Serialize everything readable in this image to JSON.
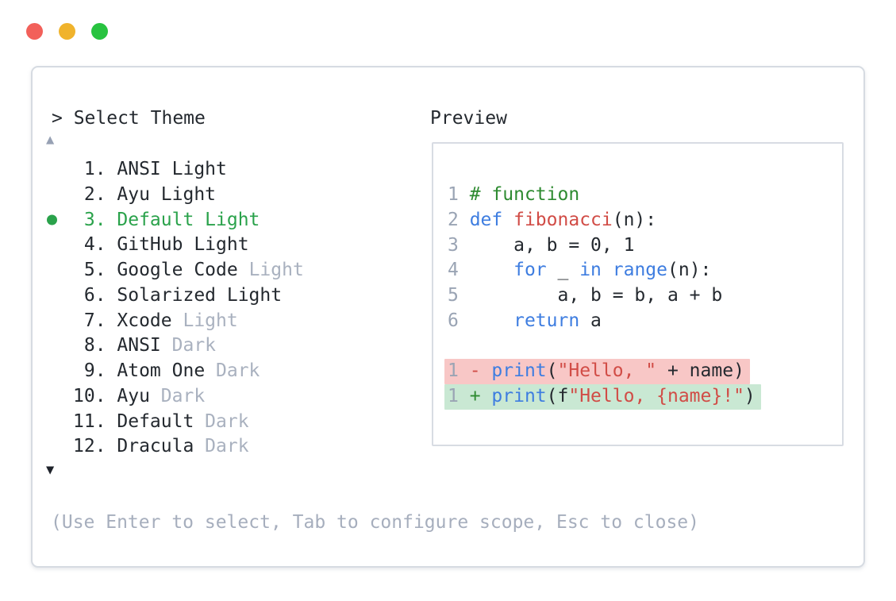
{
  "window": {
    "traffic_lights": [
      {
        "name": "close",
        "color": "#f2605a"
      },
      {
        "name": "minimize",
        "color": "#f0b32c"
      },
      {
        "name": "zoom",
        "color": "#28c340"
      }
    ]
  },
  "colors": {
    "text_dark": "#24292f",
    "text_dim": "#a9b1bf",
    "selected_green": "#2aa24b",
    "panel_border": "#d6dbe2",
    "syntax_keyword_blue": "#3e7de0",
    "syntax_string_red": "#d14c46",
    "syntax_comment_green": "#2e8b31",
    "line_number_gray": "#9aa4b4",
    "diff_removed_bg": "#f8c7c6",
    "diff_added_bg": "#c9e8d3"
  },
  "theme_picker": {
    "prompt": "> Select Theme",
    "scroll_up_icon": "▲",
    "scroll_down_icon": "▼",
    "items": [
      {
        "num": " 1. ",
        "name": "ANSI Light",
        "dim": "",
        "selected": false
      },
      {
        "num": " 2. ",
        "name": "Ayu Light",
        "dim": "",
        "selected": false
      },
      {
        "num": " 3. ",
        "name": "Default Light",
        "dim": "",
        "selected": true
      },
      {
        "num": " 4. ",
        "name": "GitHub Light",
        "dim": "",
        "selected": false
      },
      {
        "num": " 5. ",
        "name": "Google Code ",
        "dim": "Light",
        "selected": false
      },
      {
        "num": " 6. ",
        "name": "Solarized Light",
        "dim": "",
        "selected": false
      },
      {
        "num": " 7. ",
        "name": "Xcode ",
        "dim": "Light",
        "selected": false
      },
      {
        "num": " 8. ",
        "name": "ANSI ",
        "dim": "Dark",
        "selected": false
      },
      {
        "num": " 9. ",
        "name": "Atom One ",
        "dim": "Dark",
        "selected": false
      },
      {
        "num": "10. ",
        "name": "Ayu ",
        "dim": "Dark",
        "selected": false
      },
      {
        "num": "11. ",
        "name": "Default ",
        "dim": "Dark",
        "selected": false
      },
      {
        "num": "12. ",
        "name": "Dracula ",
        "dim": "Dark",
        "selected": false
      }
    ],
    "hint": "(Use Enter to select, Tab to configure scope, Esc to close)"
  },
  "preview": {
    "title": "Preview",
    "lines": [
      {
        "num": "1",
        "diff": "",
        "tokens": [
          [
            "cm",
            "# function"
          ]
        ]
      },
      {
        "num": "2",
        "diff": "",
        "tokens": [
          [
            "kw",
            "def"
          ],
          [
            "pl",
            " "
          ],
          [
            "fn",
            "fibonacci"
          ],
          [
            "pl",
            "(n):"
          ]
        ]
      },
      {
        "num": "3",
        "diff": "",
        "tokens": [
          [
            "pl",
            "    a, b = 0, 1"
          ]
        ]
      },
      {
        "num": "4",
        "diff": "",
        "tokens": [
          [
            "pl",
            "    "
          ],
          [
            "kw",
            "for"
          ],
          [
            "pl",
            " _ "
          ],
          [
            "kw",
            "in"
          ],
          [
            "pl",
            " "
          ],
          [
            "kw",
            "range"
          ],
          [
            "pl",
            "(n):"
          ]
        ]
      },
      {
        "num": "5",
        "diff": "",
        "tokens": [
          [
            "pl",
            "        a, b = b, a + b"
          ]
        ]
      },
      {
        "num": "6",
        "diff": "",
        "tokens": [
          [
            "pl",
            "    "
          ],
          [
            "kw",
            "return"
          ],
          [
            "pl",
            " a"
          ]
        ]
      },
      {
        "num": "",
        "diff": "",
        "tokens": []
      },
      {
        "num": "1",
        "diff": "del",
        "tokens": [
          [
            "dd",
            "- "
          ],
          [
            "kw",
            "print"
          ],
          [
            "pl",
            "("
          ],
          [
            "st",
            "\"Hello, \""
          ],
          [
            "pl",
            " + name)"
          ]
        ]
      },
      {
        "num": "1",
        "diff": "add",
        "tokens": [
          [
            "da",
            "+ "
          ],
          [
            "kw",
            "print"
          ],
          [
            "pl",
            "(f"
          ],
          [
            "st",
            "\"Hello, {name}!\""
          ],
          [
            "pl",
            ")"
          ]
        ]
      }
    ]
  }
}
